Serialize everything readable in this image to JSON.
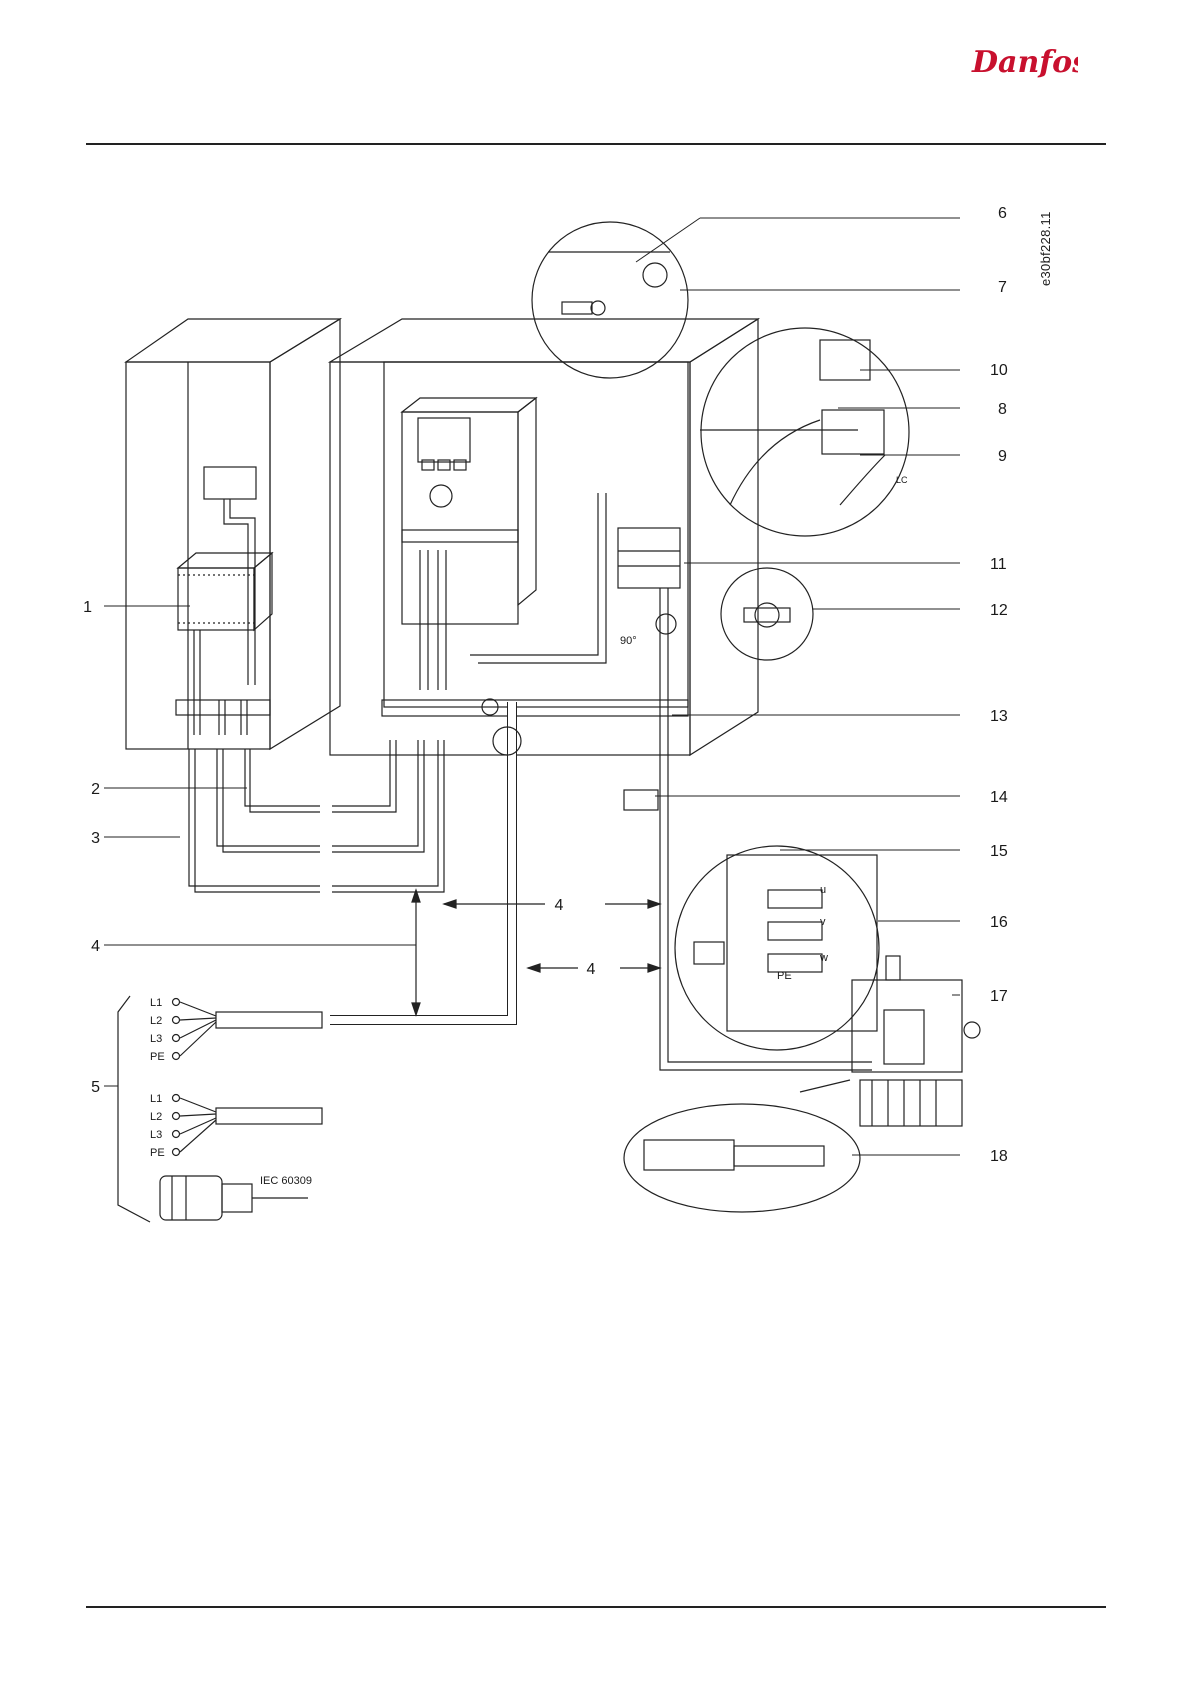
{
  "header": {
    "brand": "Danfoss"
  },
  "figure": {
    "doc_code": "e30bf228.11",
    "callouts": {
      "c1": "1",
      "c2": "2",
      "c3": "3",
      "c4a": "4",
      "c4b": "4",
      "c4c": "4",
      "c5": "5",
      "c6": "6",
      "c7": "7",
      "c8": "8",
      "c9": "9",
      "c10": "10",
      "c11": "11",
      "c12": "12",
      "c13": "13",
      "c14": "14",
      "c15": "15",
      "c16": "16",
      "c17": "17",
      "c18": "18"
    },
    "labels": {
      "l1_a": "L1",
      "l2_a": "L2",
      "l3_a": "L3",
      "pe_a": "PE",
      "l1_b": "L1",
      "l2_b": "L2",
      "l3_b": "L3",
      "pe_b": "PE",
      "iec": "IEC 60309",
      "angle": "90°",
      "u": "u",
      "v": "v",
      "w": "w",
      "pe_motor": "PE",
      "lc": "LC"
    }
  }
}
